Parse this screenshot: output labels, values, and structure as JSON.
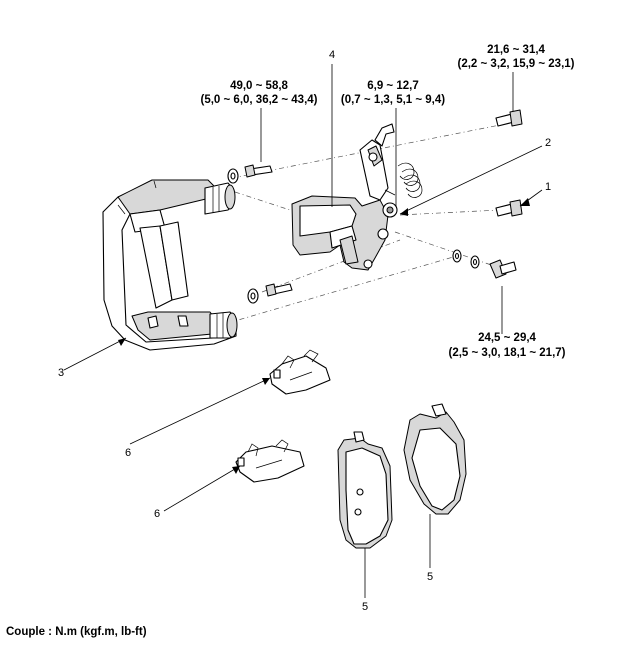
{
  "torque_specs": {
    "bolt_top_left": {
      "line1": "49,0 ~ 58,8",
      "line2": "(5,0 ~ 6,0, 36,2 ~ 43,4)"
    },
    "bolt_center": {
      "line1": "6,9 ~ 12,7",
      "line2": "(0,7 ~ 1,3, 5,1 ~ 9,4)"
    },
    "bolt_top_right": {
      "line1": "21,6 ~ 31,4",
      "line2": "(2,2 ~ 3,2, 15,9 ~ 23,1)"
    },
    "bolt_bottom_right": {
      "line1": "24,5 ~ 29,4",
      "line2": "(2,5 ~ 3,0, 18,1 ~ 21,7)"
    }
  },
  "callouts": {
    "caliper_housing": "4",
    "bleeder_screw": "2",
    "guide_bolt": "1",
    "caliper_bracket": "3",
    "pad_clip_upper": "6",
    "pad_clip_lower": "6",
    "pad_inner": "5",
    "pad_outer": "5"
  },
  "footer": {
    "text": "Couple : N.m (kgf.m, lb-ft)"
  }
}
